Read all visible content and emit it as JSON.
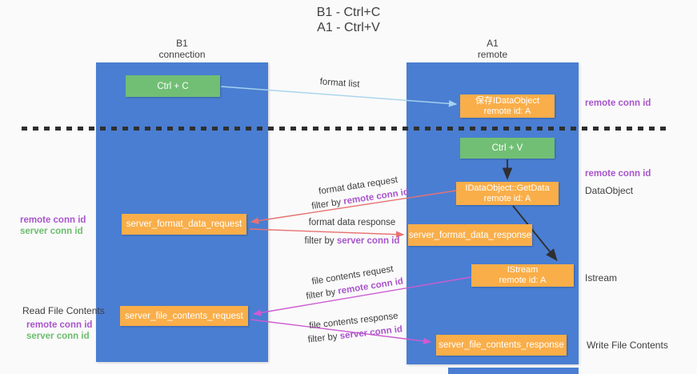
{
  "title": {
    "line1": "B1 - Ctrl+C",
    "line2": "A1 - Ctrl+V"
  },
  "columns": {
    "left": {
      "name": "B1",
      "subtitle": "connection"
    },
    "right": {
      "name": "A1",
      "subtitle": "remote"
    }
  },
  "boxes": {
    "ctrl_c": {
      "label": "Ctrl + C"
    },
    "ctrl_v": {
      "label": "Ctrl + V"
    },
    "save_dataobject": {
      "line1": "保存IDataObject",
      "line2": "remote id: A"
    },
    "getdata": {
      "line1": "IDataObject::GetData",
      "line2": "remote id: A"
    },
    "istream": {
      "line1": "IStream",
      "line2": "remote id: A"
    },
    "server_format_data_request": {
      "label": "server_format_data_request"
    },
    "server_format_data_response": {
      "label": "server_format_data_response"
    },
    "server_file_contents_request": {
      "label": "server_file_contents_request"
    },
    "server_file_contents_response": {
      "label": "server_file_contents_response"
    }
  },
  "arrow_labels": {
    "format_list": "format list",
    "format_request": {
      "text": "format data request",
      "filter_prefix": "filter by ",
      "filter_key": "remote conn id"
    },
    "format_response": {
      "text": "format data response",
      "filter_prefix": "filter by ",
      "filter_key": "server conn id"
    },
    "file_request": {
      "text": "file contents request",
      "filter_prefix": "filter by ",
      "filter_key": "remote conn id"
    },
    "file_response": {
      "text": "file contents response",
      "filter_prefix": "filter by ",
      "filter_key": "server conn id"
    }
  },
  "side_labels": {
    "remote_conn_right_top": "remote conn id",
    "remote_conn_right_mid": "remote conn id",
    "dataobject": "DataObject",
    "istream": "Istream",
    "write_file_contents": "Write File Contents",
    "remote_conn_left_1": "remote conn id",
    "server_conn_left_1": "server conn id",
    "read_file_contents": "Read File Contents",
    "remote_conn_left_2": "remote conn id",
    "server_conn_left_2": "server conn id"
  },
  "colors": {
    "bg": "#fafafa",
    "column_blue": "#4a7ed2",
    "box_green": "#71bf75",
    "box_orange": "#f9ae49",
    "arrow_lightblue": "#a6d2ee",
    "arrow_salmon": "#e87272",
    "arrow_magenta": "#cd5bd3",
    "arrow_black": "#2f2f2f",
    "text_purple": "#a855cb",
    "text_green": "#6cbd6e",
    "text_dark": "#3d3d3d"
  }
}
